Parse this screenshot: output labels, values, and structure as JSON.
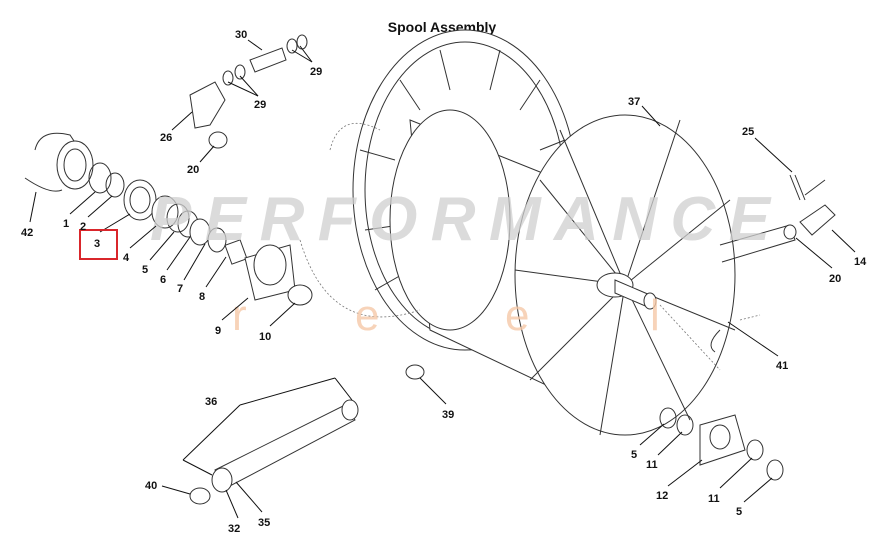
{
  "title": "Spool Assembly",
  "watermark": {
    "brand": "PERFORMANCE",
    "sub": [
      "r",
      "e",
      "e",
      "l"
    ]
  },
  "highlight_color": "#d9262b",
  "highlighted_part": "3",
  "callouts": [
    {
      "id": "c30",
      "label": "30"
    },
    {
      "id": "c29a",
      "label": "29"
    },
    {
      "id": "c29b",
      "label": "29"
    },
    {
      "id": "c26",
      "label": "26"
    },
    {
      "id": "c20a",
      "label": "20"
    },
    {
      "id": "c42",
      "label": "42"
    },
    {
      "id": "c1",
      "label": "1"
    },
    {
      "id": "c2",
      "label": "2"
    },
    {
      "id": "c3",
      "label": "3"
    },
    {
      "id": "c4",
      "label": "4"
    },
    {
      "id": "c5a",
      "label": "5"
    },
    {
      "id": "c6",
      "label": "6"
    },
    {
      "id": "c7",
      "label": "7"
    },
    {
      "id": "c8",
      "label": "8"
    },
    {
      "id": "c9",
      "label": "9"
    },
    {
      "id": "c10",
      "label": "10"
    },
    {
      "id": "c37",
      "label": "37"
    },
    {
      "id": "c25",
      "label": "25"
    },
    {
      "id": "c14",
      "label": "14"
    },
    {
      "id": "c20b",
      "label": "20"
    },
    {
      "id": "c41",
      "label": "41"
    },
    {
      "id": "c36",
      "label": "36"
    },
    {
      "id": "c39",
      "label": "39"
    },
    {
      "id": "c40",
      "label": "40"
    },
    {
      "id": "c32",
      "label": "32"
    },
    {
      "id": "c35",
      "label": "35"
    },
    {
      "id": "c5b",
      "label": "5"
    },
    {
      "id": "c11a",
      "label": "11"
    },
    {
      "id": "c12",
      "label": "12"
    },
    {
      "id": "c11b",
      "label": "11"
    },
    {
      "id": "c5c",
      "label": "5"
    }
  ]
}
